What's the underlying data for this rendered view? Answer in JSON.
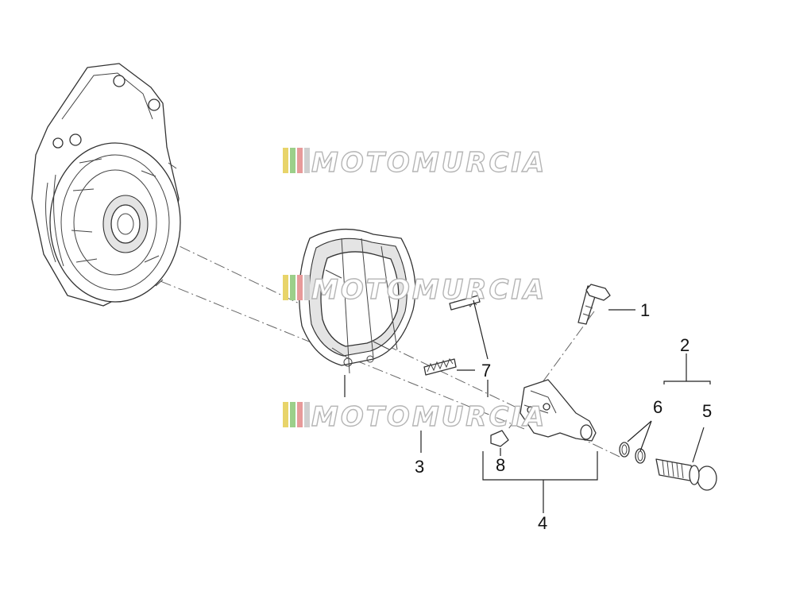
{
  "watermark": {
    "text": "MOTOMURCIA"
  },
  "callouts": [
    {
      "id": "1",
      "label": "1"
    },
    {
      "id": "2",
      "label": "2"
    },
    {
      "id": "3",
      "label": "3"
    },
    {
      "id": "4",
      "label": "4"
    },
    {
      "id": "5",
      "label": "5"
    },
    {
      "id": "6",
      "label": "6"
    },
    {
      "id": "7",
      "label": "7"
    },
    {
      "id": "8",
      "label": "8"
    }
  ],
  "colors": {
    "watermark_stripes": [
      "#e8d46a",
      "#9ccf8a",
      "#e79a9a",
      "#cfcfcf"
    ],
    "line": "#333333"
  }
}
